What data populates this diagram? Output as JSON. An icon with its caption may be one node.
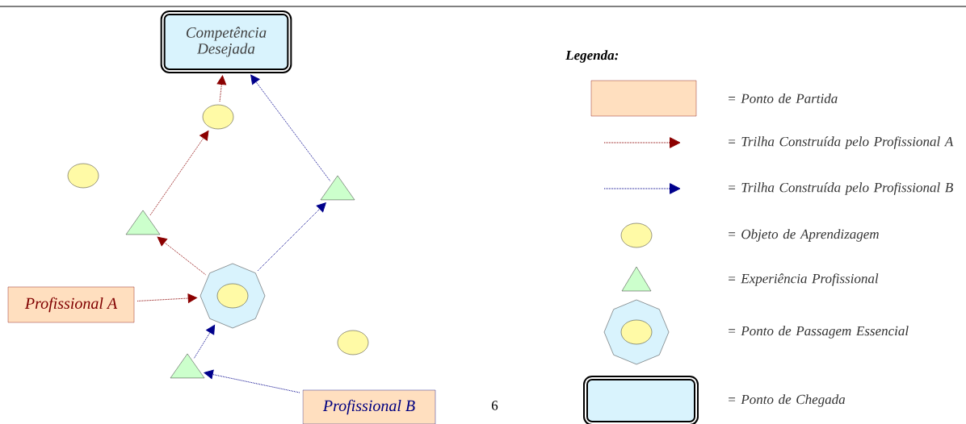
{
  "diagram": {
    "nodes": [
      {
        "text": [
          "Competência Desejada"
        ]
      },
      {
        "text": [],
        "shape": "ellipse"
      },
      {
        "text": [],
        "shape": "ellipse"
      },
      {
        "text": [],
        "shape": "triangle"
      },
      {
        "text": [],
        "shape": "triangle"
      },
      {
        "text": [],
        "shape": "octagon"
      },
      {
        "text": [],
        "shape": "ellipse",
        "in": 5
      },
      {
        "text": [
          "Profissional A"
        ]
      },
      {
        "text": [],
        "shape": "ellipse"
      },
      {
        "text": [],
        "shape": "triangle"
      },
      {
        "text": [
          "Profissional B"
        ]
      }
    ],
    "edges": [
      {
        "from": 7,
        "to": 5,
        "arrow": "to",
        "color": "#8b0000"
      },
      {
        "from": 5,
        "to": 3,
        "arrow": "to",
        "color": "#8b0000"
      },
      {
        "from": 3,
        "to": 1,
        "arrow": "to",
        "color": "#8b0000"
      },
      {
        "from": 1,
        "to": 0,
        "arrow": "to",
        "color": "#8b0000"
      },
      {
        "from": 10,
        "to": 9,
        "arrow": "to",
        "color": "#00008b"
      },
      {
        "from": 9,
        "to": 5,
        "arrow": "to",
        "color": "#00008b"
      },
      {
        "from": 5,
        "to": 4,
        "arrow": "to",
        "color": "#00008b"
      },
      {
        "from": 4,
        "to": 0,
        "arrow": "to",
        "color": "#00008b"
      }
    ],
    "labels": [
      "Legenda:",
      "6"
    ],
    "legend": [
      {
        "text": "= Ponto de Partida"
      },
      {
        "text": "= Trilha Construída pelo Profissional A"
      },
      {
        "text": "= Trilha Construída pelo Profissional B"
      },
      {
        "text": "= Objeto de Aprendizagem"
      },
      {
        "text": "= Experiência Profissional"
      },
      {
        "text": "= Ponto de Passagem Essencial"
      },
      {
        "text": "= Ponto de Chegada"
      }
    ]
  }
}
